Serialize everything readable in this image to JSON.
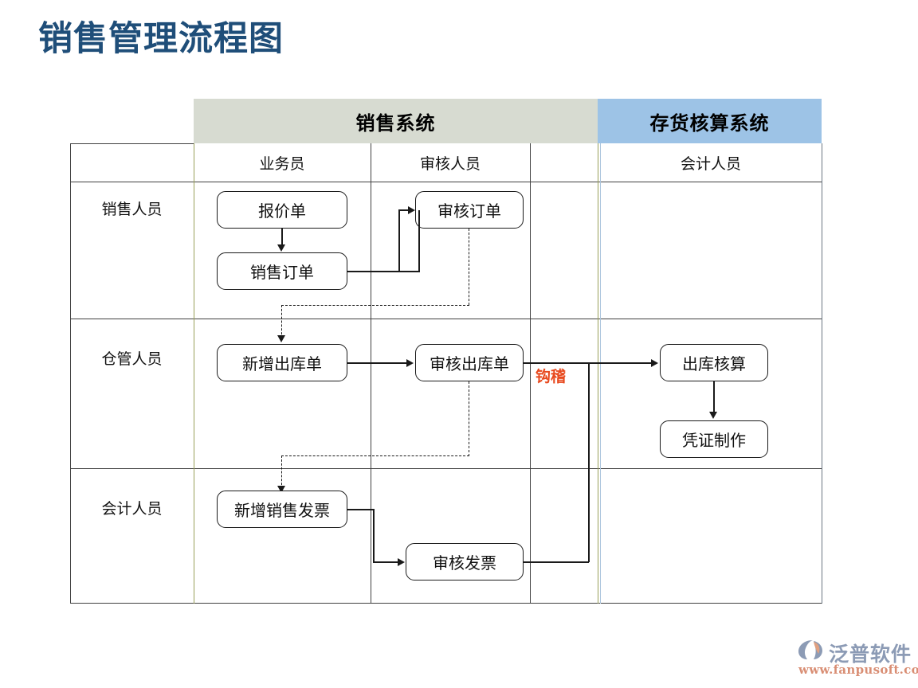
{
  "title": "销售管理流程图",
  "colors": {
    "title": "#1F4E79",
    "sales_band": "#D7DBD1",
    "inventory_band": "#9DC3E6",
    "highlight": "#E8491E",
    "line": "#1a1a1a"
  },
  "systems": [
    {
      "name": "sales-system",
      "label": "销售系统"
    },
    {
      "name": "inventory-system",
      "label": "存货核算系统"
    }
  ],
  "columns": [
    {
      "name": "col-salesperson",
      "label": "业务员"
    },
    {
      "name": "col-auditor",
      "label": "审核人员"
    },
    {
      "name": "col-spacer",
      "label": ""
    },
    {
      "name": "col-accountant",
      "label": "会计人员"
    }
  ],
  "rows": [
    {
      "name": "row-sales-staff",
      "label": "销售人员"
    },
    {
      "name": "row-warehouse-staff",
      "label": "仓管人员"
    },
    {
      "name": "row-accounting-staff",
      "label": "会计人员"
    }
  ],
  "nodes": [
    {
      "name": "node-quotation",
      "label": "报价单"
    },
    {
      "name": "node-sales-order",
      "label": "销售订单"
    },
    {
      "name": "node-audit-order",
      "label": "审核订单"
    },
    {
      "name": "node-new-outbound",
      "label": "新增出库单"
    },
    {
      "name": "node-audit-outbound",
      "label": "审核出库单"
    },
    {
      "name": "node-outbound-accounting",
      "label": "出库核算"
    },
    {
      "name": "node-voucher-creation",
      "label": "凭证制作"
    },
    {
      "name": "node-new-sales-invoice",
      "label": "新增销售发票"
    },
    {
      "name": "node-audit-invoice",
      "label": "审核发票"
    }
  ],
  "annotations": [
    {
      "name": "annotation-reconcile",
      "label": "钩稽"
    }
  ],
  "watermark": {
    "brand": "泛普软件",
    "url": "www.fanpusoft.com"
  }
}
